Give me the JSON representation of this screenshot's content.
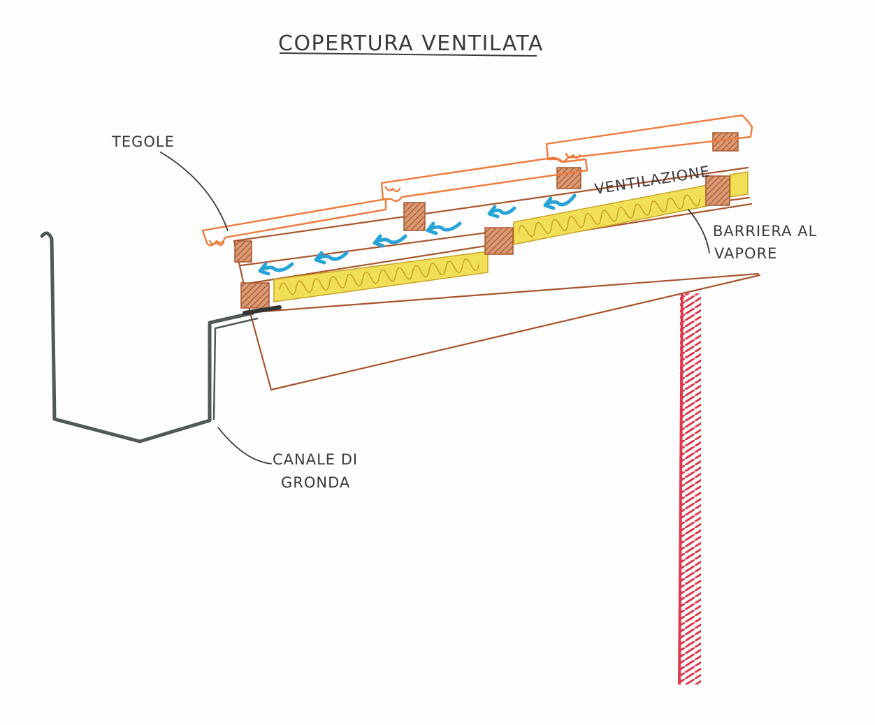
{
  "title": "COPERTURA VENTILATA",
  "labels": {
    "tiles": "TEGOLE",
    "ventilation": "VENTILAZIONE",
    "vapor_barrier_line1": "BARRIERA AL",
    "vapor_barrier_line2": "VAPORE",
    "gutter_line1": "CANALE DI",
    "gutter_line2": "GRONDA"
  },
  "colors": {
    "tiles": "#ee7a3c",
    "timber": "#a8552e",
    "insulation": "#e8d23a",
    "insulation_outline": "#c9a425",
    "airflow": "#27a3d8",
    "gutter": "#4f5a55",
    "wall": "#e0384a",
    "ink": "#3a3a3a"
  }
}
